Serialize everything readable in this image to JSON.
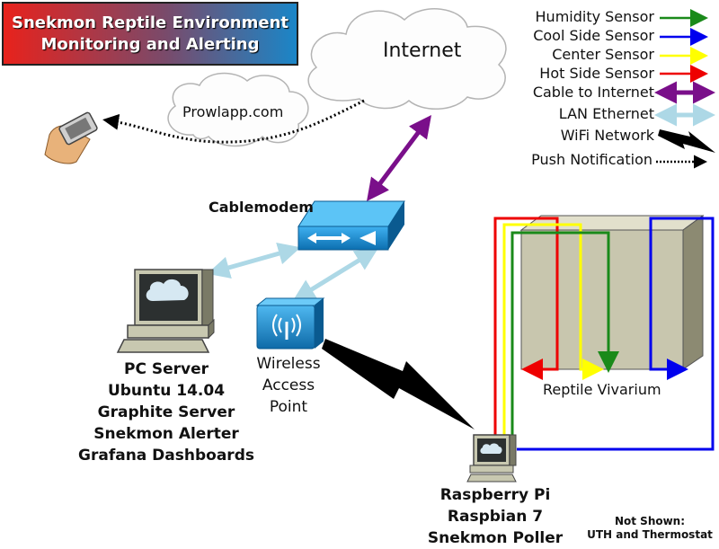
{
  "title": {
    "line1": "Snekmon Reptile Environment",
    "line2": "Monitoring and Alerting"
  },
  "clouds": {
    "internet": "Internet",
    "prowl": "Prowlapp.com"
  },
  "devices": {
    "cablemodem": "Cablemodem",
    "pc_server": [
      "PC Server",
      "Ubuntu 14.04",
      "Graphite Server",
      "Snekmon Alerter",
      "Grafana Dashboards"
    ],
    "wap": [
      "Wireless",
      "Access",
      "Point"
    ],
    "raspberry_pi": [
      "Raspberry Pi",
      "Raspbian 7",
      "Snekmon Poller"
    ],
    "vivarium": "Reptile Vivarium"
  },
  "legend": [
    {
      "label": "Humidity Sensor",
      "color": "#1a8a1a",
      "style": "arrow"
    },
    {
      "label": "Cool Side Sensor",
      "color": "#0000ee",
      "style": "arrow"
    },
    {
      "label": "Center Sensor",
      "color": "#ffff00",
      "style": "arrow"
    },
    {
      "label": "Hot Side Sensor",
      "color": "#ee0000",
      "style": "arrow"
    },
    {
      "label": "Cable to Internet",
      "color": "#7a0f8a",
      "style": "double-arrow"
    },
    {
      "label": "LAN Ethernet",
      "color": "#add8e6",
      "style": "double-arrow"
    },
    {
      "label": "WiFi Network",
      "color": "#000000",
      "style": "lightning"
    },
    {
      "label": "Push Notification",
      "color": "#000000",
      "style": "dotted-arrow"
    }
  ],
  "note": {
    "line1": "Not Shown:",
    "line2": "UTH and Thermostat"
  },
  "colors": {
    "title_left": "#e8221c",
    "title_right": "#1a86c8",
    "modem": "#1a8fd8",
    "vivarium": "#c8c6ae"
  }
}
